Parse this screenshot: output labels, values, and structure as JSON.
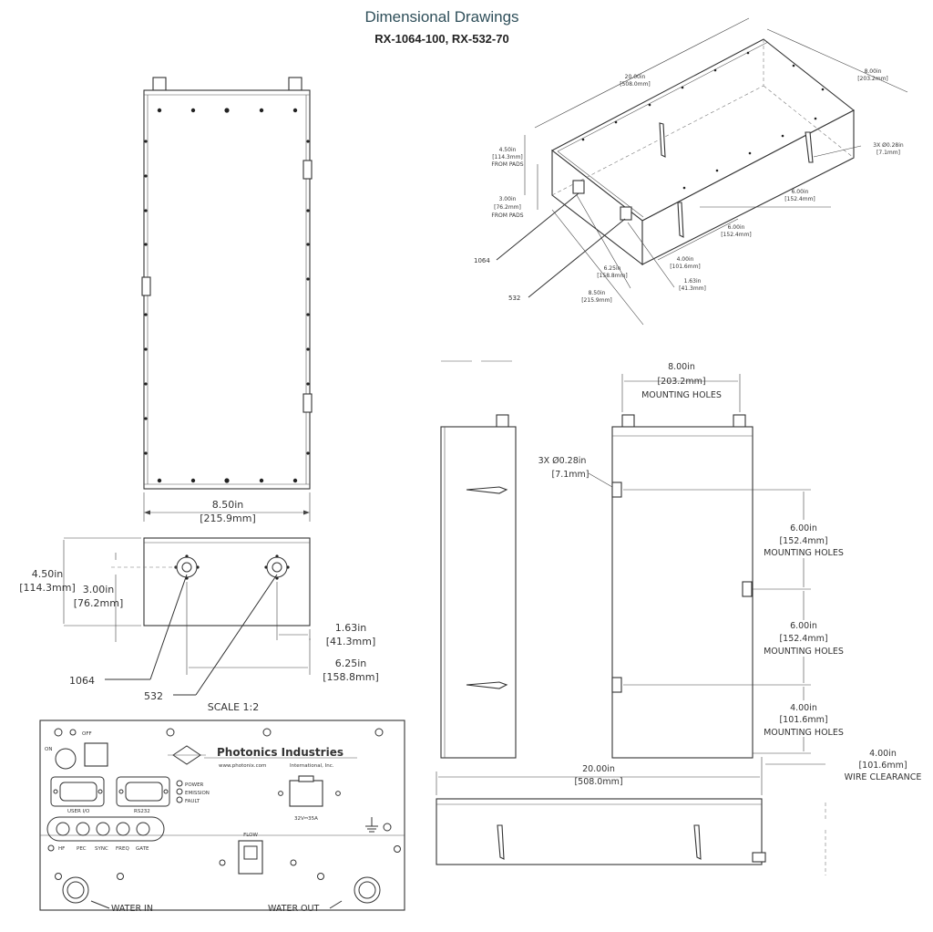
{
  "header": {
    "title": "Dimensional Drawings",
    "subtitle": "RX-1064-100, RX-532-70"
  },
  "iso_view": {
    "length": [
      "20.00in",
      "[508.0mm]"
    ],
    "width": [
      "8.00in",
      "[203.2mm]"
    ],
    "height_pads": [
      "4.50in",
      "[114.3mm]",
      "FROM PADS"
    ],
    "port_height_pads": [
      "3.00in",
      "[76.2mm]",
      "FROM PADS"
    ],
    "holes": [
      "3X Ø0.28in",
      "[7.1mm]"
    ],
    "hole_spacing_a": [
      "6.00in",
      "[152.4mm]"
    ],
    "hole_spacing_b": [
      "6.00in",
      "[152.4mm]"
    ],
    "hole_end": [
      "4.00in",
      "[101.6mm]"
    ],
    "port_offset": [
      "1.63in",
      "[41.3mm]"
    ],
    "port_spacing": [
      "6.25in",
      "[158.8mm]"
    ],
    "overall_width": [
      "8.50in",
      "[215.9mm]"
    ],
    "label_1064": "1064",
    "label_532": "532"
  },
  "top_view": {
    "width": [
      "8.50in",
      "[215.9mm]"
    ]
  },
  "front_view": {
    "height": [
      "4.50in",
      "[114.3mm]"
    ],
    "port_height": [
      "3.00in",
      "[76.2mm]"
    ],
    "port_offset": [
      "1.63in",
      "[41.3mm]"
    ],
    "port_spacing": [
      "6.25in",
      "[158.8mm]"
    ],
    "label_1064": "1064",
    "label_532": "532",
    "scale": "SCALE 1:2"
  },
  "panel": {
    "off": "OFF",
    "on": "ON",
    "company": "Photonics Industries",
    "website": "www.photonix.com",
    "intl": "International, Inc.",
    "indicators": [
      "POWER",
      "EMISSION",
      "FAULT"
    ],
    "connectors": [
      "USER I/O",
      "RS232"
    ],
    "bnc_labels": [
      "HF",
      "PEC",
      "SYNC",
      "FREQ",
      "GATE"
    ],
    "power_rating": "32V⎓35A",
    "flow": "FLOW",
    "water_in": "WATER IN",
    "water_out": "WATER OUT"
  },
  "side_view": {
    "mounting_width": [
      "8.00in",
      "[203.2mm]",
      "MOUNTING HOLES"
    ],
    "holes": [
      "3X Ø0.28in",
      "[7.1mm]"
    ],
    "hole_spacing_a": [
      "6.00in",
      "[152.4mm]",
      "MOUNTING HOLES"
    ],
    "hole_spacing_b": [
      "6.00in",
      "[152.4mm]",
      "MOUNTING HOLES"
    ],
    "hole_end": [
      "4.00in",
      "[101.6mm]",
      "MOUNTING HOLES"
    ],
    "length": [
      "20.00in",
      "[508.0mm]"
    ],
    "wire_clearance": [
      "4.00in",
      "[101.6mm]",
      "WIRE CLEARANCE"
    ]
  }
}
